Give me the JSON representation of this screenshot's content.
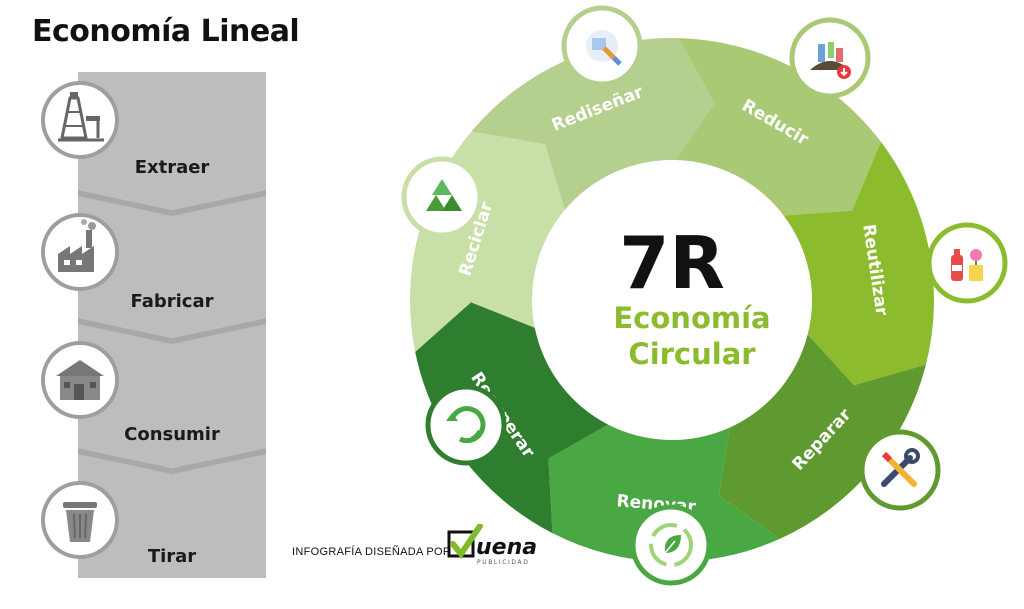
{
  "linear": {
    "title": "Economía Lineal",
    "steps": [
      {
        "label": "Extraer",
        "icon": "oil-pump-icon"
      },
      {
        "label": "Fabricar",
        "icon": "factory-icon"
      },
      {
        "label": "Consumir",
        "icon": "house-icon"
      },
      {
        "label": "Tirar",
        "icon": "trash-can-icon"
      }
    ],
    "colors": {
      "band": "#bdbdbd",
      "shadow": "#9e9e9e",
      "icon": "#666666"
    }
  },
  "circular": {
    "center_big": "7R",
    "center_line1": "Economía",
    "center_line2": "Circular",
    "segments": [
      {
        "label": "Rediseñar",
        "color": "#b5cf8e",
        "icon": "redesign-icon"
      },
      {
        "label": "Reducir",
        "color": "#a9c974",
        "icon": "reduce-waste-icon"
      },
      {
        "label": "Reutilizar",
        "color": "#8cbc2e",
        "icon": "reuse-bottles-icon"
      },
      {
        "label": "Reparar",
        "color": "#5e9a30",
        "icon": "repair-tools-icon"
      },
      {
        "label": "Renovar",
        "color": "#49a843",
        "icon": "renew-leaf-icon"
      },
      {
        "label": "Recuperar",
        "color": "#2f7d2e",
        "icon": "recover-arrows-icon"
      },
      {
        "label": "Reciclar",
        "color": "#c9dfa8",
        "icon": "recycle-icon"
      }
    ],
    "colors": {
      "center_text": "#111111",
      "center_accent": "#8cbc2e"
    }
  },
  "credit": {
    "text": "INFOGRAFÍA DISEÑADA POR",
    "logo_word": "uena",
    "logo_sub": "PUBLICIDAD"
  }
}
